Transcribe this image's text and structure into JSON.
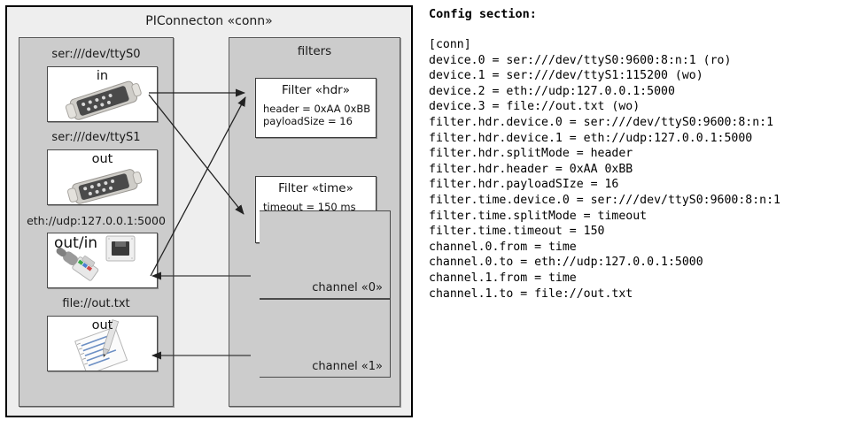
{
  "component": {
    "title": "PIConnecton «conn»",
    "devices_panel": {
      "devices": [
        {
          "label": "ser:///dev/ttyS0",
          "mode": "in",
          "icon": "serial-port-icon",
          "name": "device-ttys0"
        },
        {
          "label": "ser:///dev/ttyS1",
          "mode": "out",
          "icon": "serial-port-icon",
          "name": "device-ttys1"
        },
        {
          "label": "eth://udp:127.0.0.1:5000",
          "mode": "out/in",
          "icon": "ethernet-port-icon",
          "name": "device-eth-udp"
        },
        {
          "label": "file://out.txt",
          "mode": "out",
          "icon": "text-file-icon",
          "name": "device-file-out"
        }
      ]
    },
    "filters_panel": {
      "title": "filters",
      "filters": [
        {
          "title": "Filter «hdr»",
          "props": [
            "header = 0xAA 0xBB",
            "payloadSize = 16"
          ],
          "name": "filter-hdr"
        },
        {
          "title": "Filter «time»",
          "props": [
            "timeout = 150 ms"
          ],
          "name": "filter-time"
        }
      ],
      "channels": [
        {
          "label": "channel «0»",
          "name": "channel-0"
        },
        {
          "label": "channel «1»",
          "name": "channel-1"
        }
      ]
    }
  },
  "config": {
    "heading": "Config section:",
    "lines": [
      {
        "key": "[conn]",
        "value": ""
      },
      {
        "key": "device.0",
        "value": " = ser:///dev/ttyS0:9600:8:n:1 (ro)"
      },
      {
        "key": "device.1",
        "value": " = ser:///dev/ttyS1:115200 (wo)"
      },
      {
        "key": "device.2",
        "value": " = eth://udp:127.0.0.1:5000"
      },
      {
        "key": "device.3",
        "value": " = file://out.txt (wo)"
      },
      {
        "key": "filter.hdr.device.0",
        "value": " = ser:///dev/ttyS0:9600:8:n:1"
      },
      {
        "key": "filter.hdr.device.1",
        "value": " = eth://udp:127.0.0.1:5000"
      },
      {
        "key": "filter.hdr.splitMode",
        "value": " = header"
      },
      {
        "key": "filter.hdr.header",
        "value": " = 0xAA 0xBB"
      },
      {
        "key": "filter.hdr.payloadSIze",
        "value": " = 16"
      },
      {
        "key": "filter.time.device.0",
        "value": " = ser:///dev/ttyS0:9600:8:n:1"
      },
      {
        "key": "filter.time.splitMode",
        "value": " = timeout"
      },
      {
        "key": "filter.time.timeout",
        "value": " = 150"
      },
      {
        "key": "channel.0.from",
        "value": " = time"
      },
      {
        "key": "channel.0.to",
        "value": " = eth://udp:127.0.0.1:5000"
      },
      {
        "key": "channel.1.from",
        "value": " = time"
      },
      {
        "key": "channel.1.to",
        "value": " = file://out.txt"
      }
    ],
    "text": "[conn]\ndevice.0 = ser:///dev/ttyS0:9600:8:n:1 (ro)\ndevice.1 = ser:///dev/ttyS1:115200 (wo)\ndevice.2 = eth://udp:127.0.0.1:5000\ndevice.3 = file://out.txt (wo)\nfilter.hdr.device.0 = ser:///dev/ttyS0:9600:8:n:1\nfilter.hdr.device.1 = eth://udp:127.0.0.1:5000\nfilter.hdr.splitMode = header\nfilter.hdr.header = 0xAA 0xBB\nfilter.hdr.payloadSIze = 16\nfilter.time.device.0 = ser:///dev/ttyS0:9600:8:n:1\nfilter.time.splitMode = timeout\nfilter.time.timeout = 150\nchannel.0.from = time\nchannel.0.to = eth://udp:127.0.0.1:5000\nchannel.1.from = time\nchannel.1.to = file://out.txt"
  },
  "colors": {
    "page_bg": "#ffffff",
    "frame_bg": "#eeeeee",
    "panel_bg": "#cccccc",
    "card_bg": "#ffffff",
    "line": "#333333",
    "text": "#1a1a1a"
  }
}
